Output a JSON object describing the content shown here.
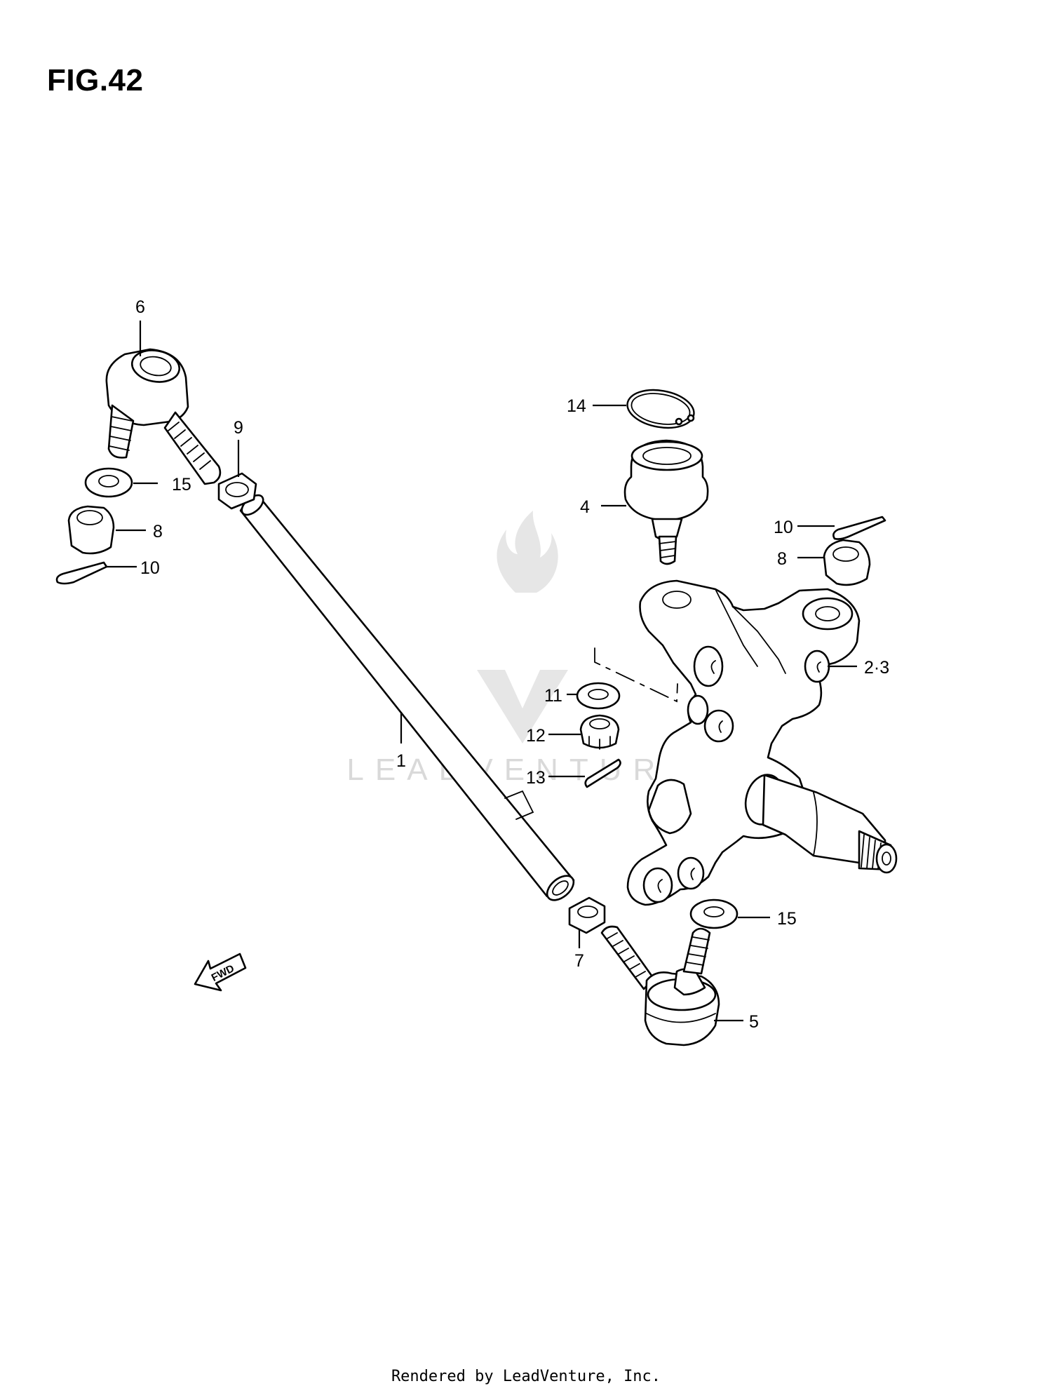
{
  "figure": {
    "title": "FIG.42"
  },
  "watermark": {
    "text": "LEADVENTURE"
  },
  "fwd_arrow": {
    "label": "FWD"
  },
  "callouts": {
    "c1": "1",
    "c2_3": "2·3",
    "c4": "4",
    "c5": "5",
    "c6": "6",
    "c7": "7",
    "c8_left": "8",
    "c8_right": "8",
    "c9": "9",
    "c10_left": "10",
    "c10_right": "10",
    "c11": "11",
    "c12": "12",
    "c13": "13",
    "c14": "14",
    "c15_left": "15",
    "c15_right": "15"
  },
  "footer": {
    "text": "Rendered by LeadVenture, Inc."
  }
}
